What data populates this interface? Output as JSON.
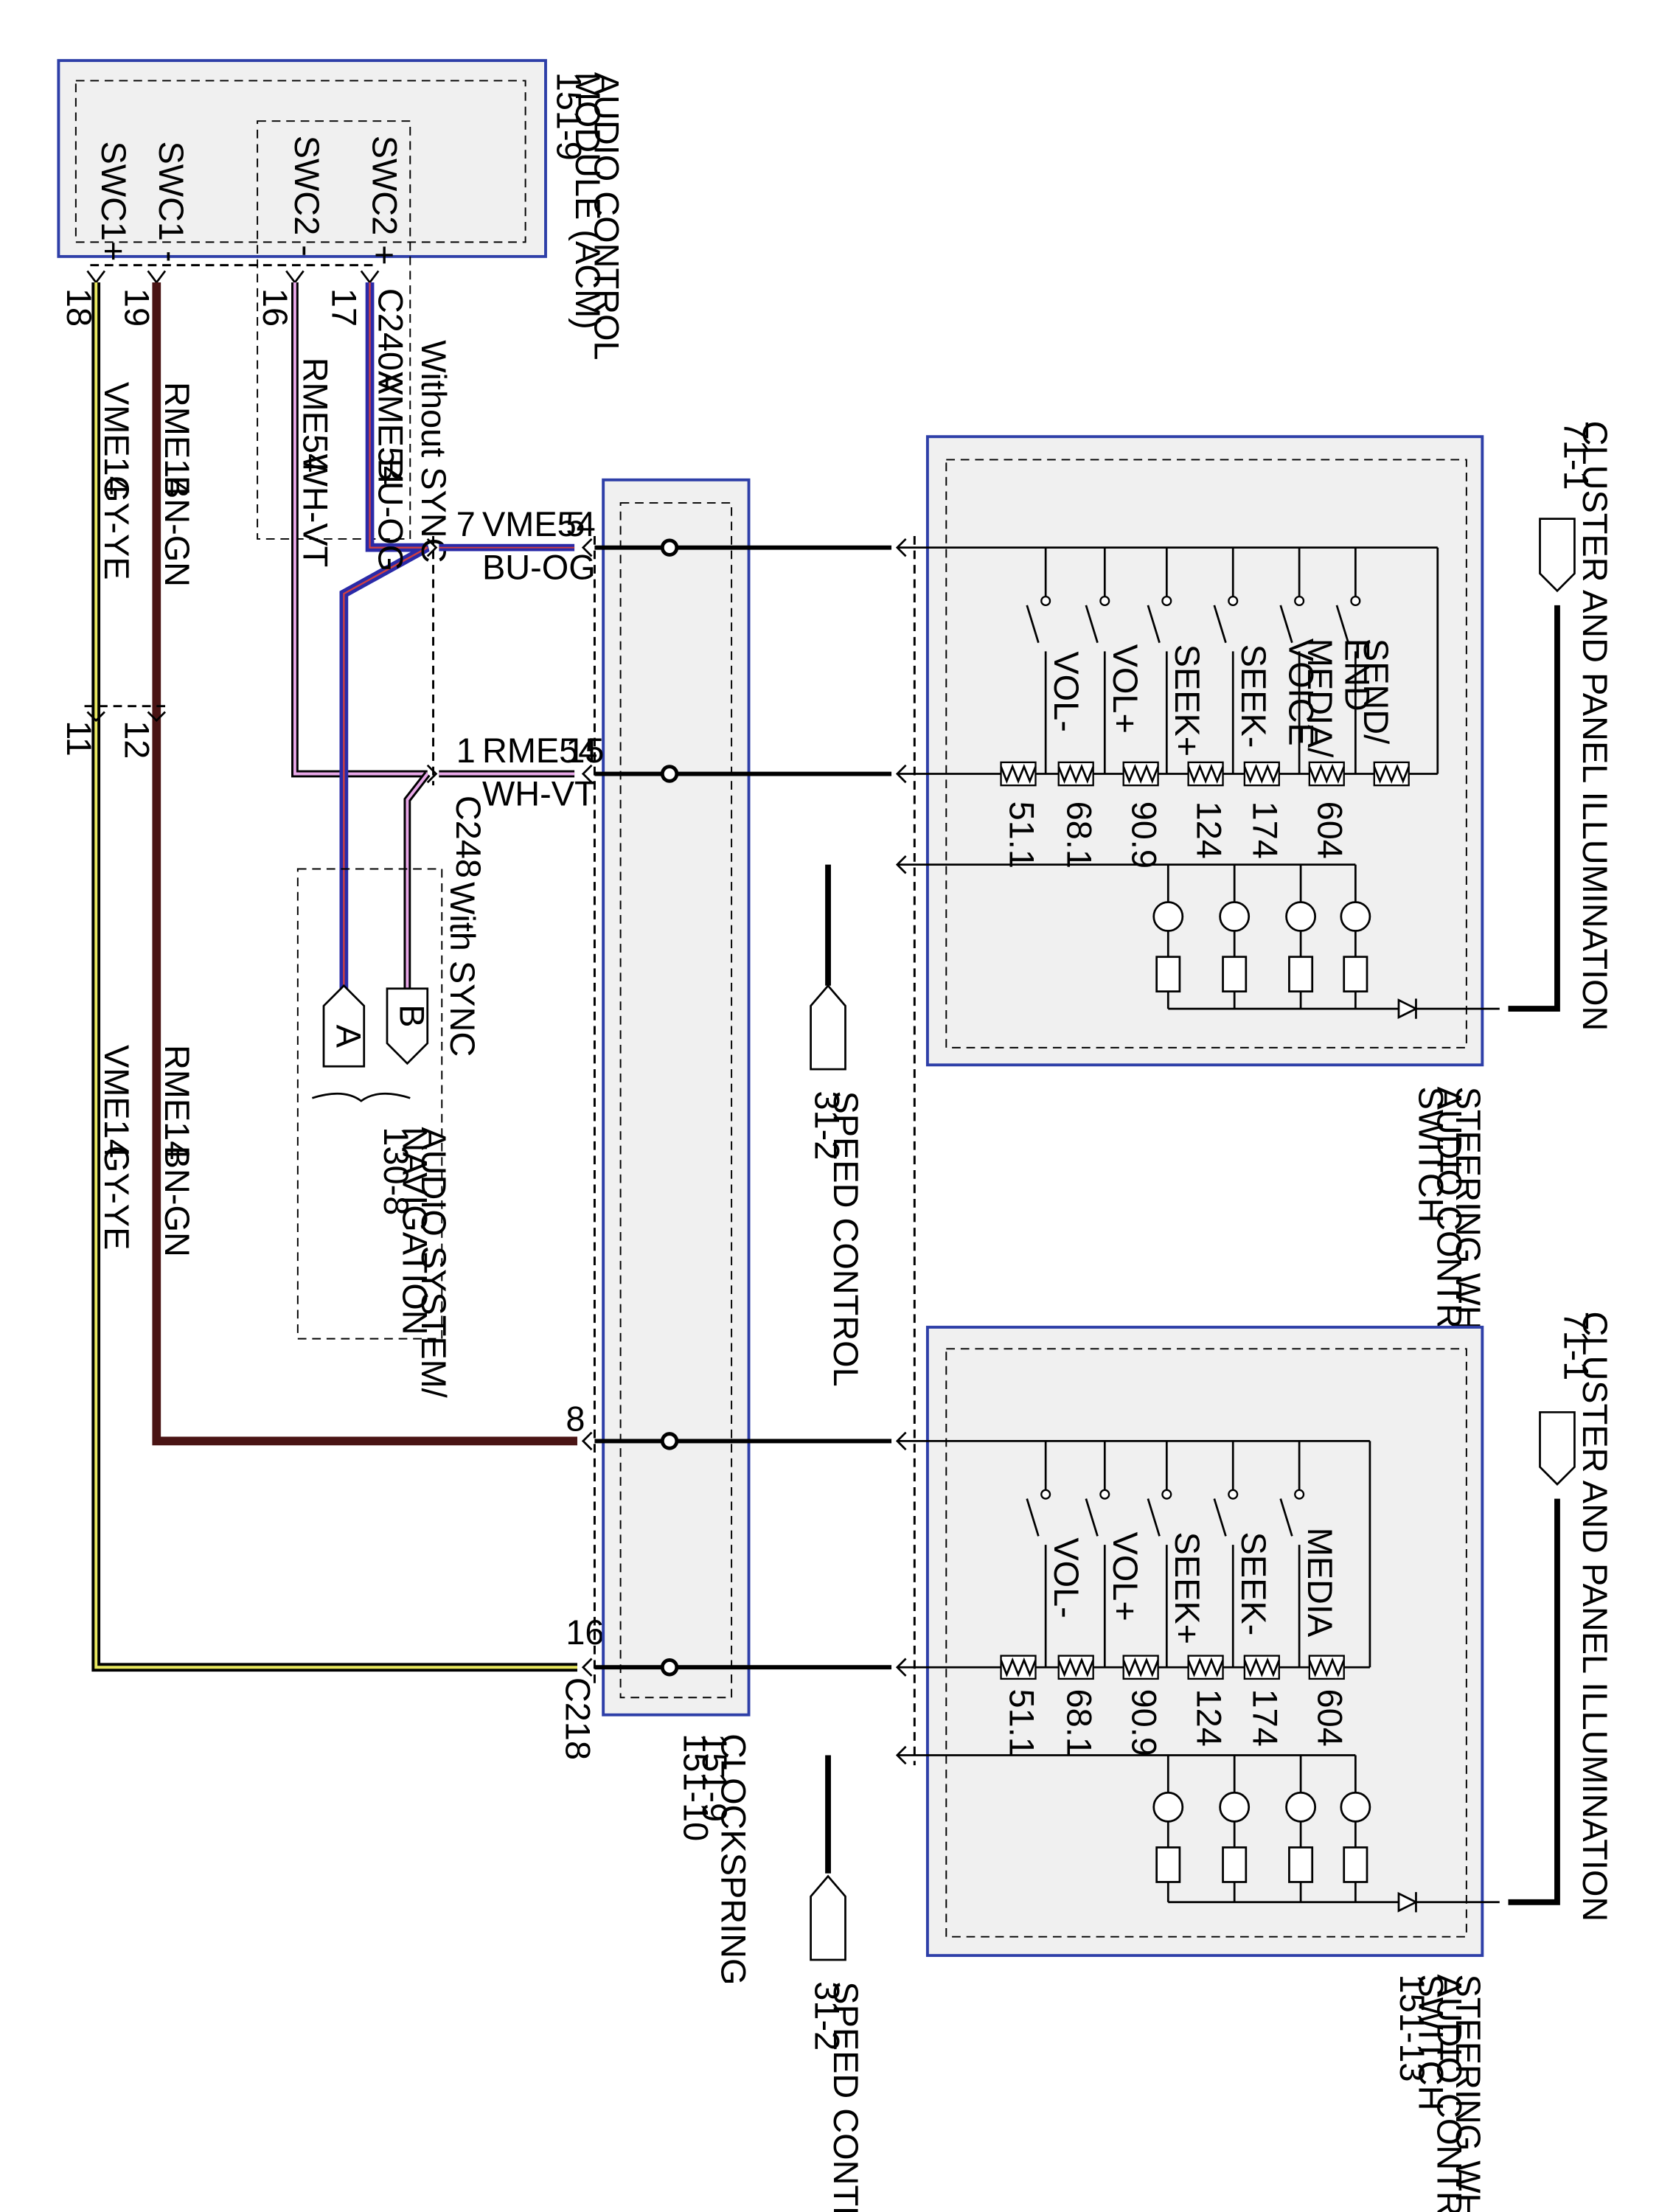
{
  "acm": {
    "title": [
      "AUDIO CONTROL",
      "MODULE (ACM)",
      "151-9"
    ],
    "pins": [
      "SWC1+",
      "SWC1 -",
      "SWC2 -",
      "SWC2 +"
    ],
    "pin_numbers": [
      "18",
      "19",
      "16",
      "17"
    ]
  },
  "wires": {
    "vme14_gyye": [
      "VME14",
      "GY-YE"
    ],
    "rme14_bnn": [
      "RME14",
      "BN-GN"
    ],
    "rme54_whvt": [
      "RME54",
      "WH-VT"
    ],
    "vme54_buog": [
      "VME54",
      "BU-OG"
    ]
  },
  "connectors": {
    "c240a": "C240A",
    "c248": "C248",
    "c218": "C218",
    "c248_pins": [
      "7",
      "1"
    ],
    "clockspring_pins_top": [
      "5",
      "15"
    ],
    "c218_pins": [
      "8",
      "16"
    ],
    "inline_pins": [
      "11",
      "12"
    ]
  },
  "options": {
    "without_sync": "Without SYNC",
    "with_sync": "With SYNC",
    "audio_system": [
      "AUDIO SYSTEM/",
      "NAVIGATION",
      "130-8"
    ],
    "tag_a": "A",
    "tag_b": "B"
  },
  "clockspring": [
    "CLOCKSPRING",
    "151-9",
    "151-10"
  ],
  "switch_top": {
    "buttons": [
      "VOL-",
      "VOL+",
      "SEEK+",
      "SEEK-",
      "MEDIA/ VOICE",
      "SEND/ END"
    ],
    "resistors": [
      "51.1",
      "68.1",
      "90.9",
      "124",
      "174",
      "604"
    ],
    "title": [
      "STEERING WHEEL/",
      "AUDIO CONTROL",
      "SWITCH"
    ]
  },
  "switch_bottom": {
    "buttons": [
      "VOL-",
      "VOL+",
      "SEEK+",
      "SEEK-",
      "MEDIA"
    ],
    "resistors": [
      "51.1",
      "68.1",
      "90.9",
      "124",
      "174",
      "604"
    ],
    "title": [
      "STEERING WHEEL/",
      "AUDIO CONTROL",
      "SWITCH",
      "151-13"
    ]
  },
  "cluster": [
    "CLUSTER AND PANEL ILLUMINATION",
    "71-1"
  ],
  "speed_control": [
    "SPEED CONTROL",
    "31-2"
  ],
  "colors": {
    "box_border": "#2e3fa8",
    "box_fill": "#f0f0f0",
    "wire_brown": "#4a1414",
    "wire_blue": "#2a2aa8",
    "wire_pink": "#e8a8e8",
    "wire_yellow": "#e8e860"
  }
}
